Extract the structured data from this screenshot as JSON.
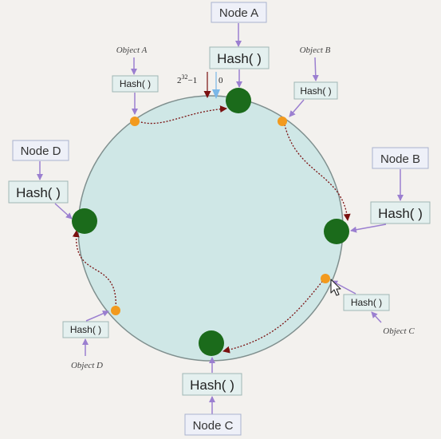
{
  "labels": {
    "node_a": "Node A",
    "node_b": "Node B",
    "node_c": "Node C",
    "node_d": "Node D",
    "hash_a": "Hash( )",
    "hash_b": "Hash( )",
    "hash_c": "Hash( )",
    "hash_d": "Hash( )",
    "obj_hash_a": "Hash( )",
    "obj_hash_b": "Hash( )",
    "obj_hash_c": "Hash( )",
    "obj_hash_d": "Hash( )",
    "object_a": "Object A",
    "object_b": "Object B",
    "object_c": "Object C",
    "object_d": "Object D",
    "ring_max": "2",
    "ring_max_exp": "32",
    "ring_max_tail": "−1",
    "ring_zero": "0"
  },
  "colors": {
    "ring_fill": "#cfe7e6",
    "node_dot": "#1b6b1b",
    "object_dot": "#f29a1e",
    "arrow_purple": "#9b7fd0",
    "path_dark_red": "#7a1010",
    "box_fill": "#e4f0ef",
    "node_box_fill": "#eef0f8"
  },
  "icons": {
    "cursor": "mouse-pointer-icon"
  }
}
